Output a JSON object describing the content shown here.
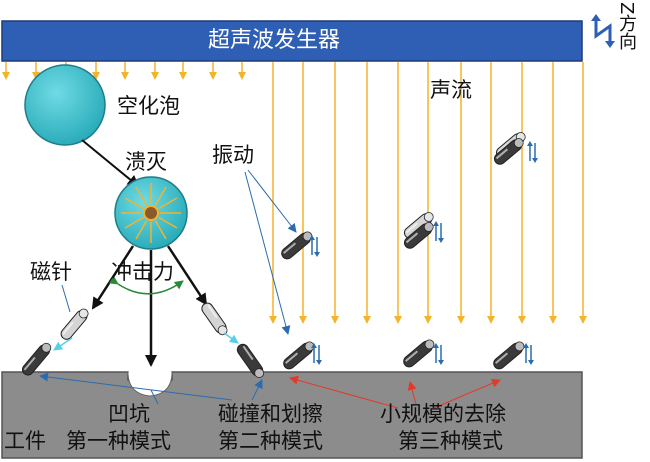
{
  "generator_label": "超声波发生器",
  "z_direction_label": "Z方向",
  "cavitation_bubble_label": "空化泡",
  "collapse_label": "溃灭",
  "impact_force_label": "冲击力",
  "magnetic_needle_label": "磁针",
  "vibration_label": "振动",
  "acoustic_streaming_label": "声流",
  "pit_label": "凹坑",
  "collision_scratch_label": "碰撞和划擦",
  "small_removal_label": "小规模的去除",
  "workpiece_label": "工件",
  "mode1_label": "第一种模式",
  "mode2_label": "第二种模式",
  "mode3_label": "第三种模式",
  "colors": {
    "generator_fill": "#2e5fb5",
    "generator_stroke": "#1b3b75",
    "workpiece_fill": "#8c8c8c",
    "bubble_fill": "#3cbfcc",
    "stream_line": "#f5b32a",
    "callout_blue": "#2b6cb0",
    "callout_red": "#e23a2a",
    "force_arc": "#2a8a3a",
    "needle_dark": "#3a3a3a",
    "needle_light": "#c8c8c8",
    "tip_cyan": "#55d0e8"
  }
}
